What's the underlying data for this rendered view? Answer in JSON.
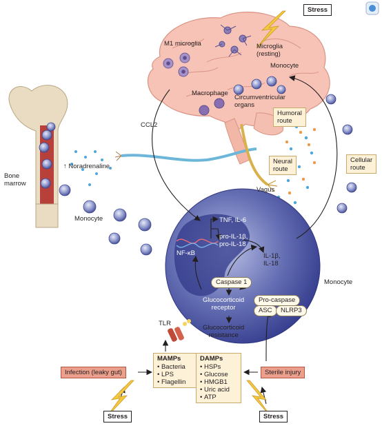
{
  "labels": {
    "stress_top": "Stress",
    "m1_microglia": "M1 microglia",
    "microglia_resting": [
      "Microglia",
      "(resting)"
    ],
    "monocyte_brain": "Monocyte",
    "macrophage": "Macrophage",
    "circumventricular": [
      "Circumventricular",
      "organs"
    ],
    "ccl2": "CCL2",
    "humoral_route": [
      "Humoral",
      "route"
    ],
    "bone_marrow": [
      "Bone",
      "marrow"
    ],
    "noradrenaline": "↑ Noradrenaline",
    "neural_route": [
      "Neural",
      "route"
    ],
    "cellular_route": [
      "Cellular",
      "route"
    ],
    "vagus": "Vagus",
    "monocyte_left": "Monocyte",
    "tnf_il6": "TNF, IL-6",
    "pro_il": [
      "pro-IL-1β,",
      "pro-IL-18"
    ],
    "il_secreted": [
      "IL-1β,",
      "IL-18"
    ],
    "nf_kb": "NF-κB",
    "monocyte_right": "Monocyte",
    "caspase1": "Caspase 1",
    "procaspase": "Pro-caspase",
    "asc": "ASC",
    "nlrp3": "NLRP3",
    "gc_receptor": [
      "Glucocorticoid",
      "receptor"
    ],
    "gc_resistance": [
      "Glucocorticoid",
      "resistance"
    ],
    "tlr": "TLR",
    "mamps_title": "MAMPs",
    "mamps_items": [
      "Bacteria",
      "LPS",
      "Flagellin"
    ],
    "damps_title": "DAMPs",
    "damps_items": [
      "HSPs",
      "Glucose",
      "HMGB1",
      "Uric acid",
      "ATP"
    ],
    "infection": "Infection (leaky gut)",
    "sterile_injury": "Sterile injury",
    "stress_bottom_left": "Stress",
    "stress_bottom_right": "Stress"
  },
  "colors": {
    "brain": "#f6c3b6",
    "brain_outline": "#d99385",
    "cell": "#5c66ac",
    "cell_light": "#8e97cc",
    "nucleus": "#323a8a",
    "bone": "#e9dcc3",
    "marrow": "#b8403a",
    "box_fill": "#fdf1d8",
    "red_box": "#ec9f8c",
    "lightning": "#f6c83e",
    "dot_blue": "#4fa6d8",
    "dot_orange": "#eb9a48",
    "microglia": "#8d7fb7",
    "vagus_nerve": "#d9b04a"
  },
  "icons": [
    "lightning-icon",
    "monocyte-icon",
    "microglia-icon",
    "dna-icon",
    "tlr-receptor-icon",
    "bone-icon",
    "brain-icon"
  ]
}
